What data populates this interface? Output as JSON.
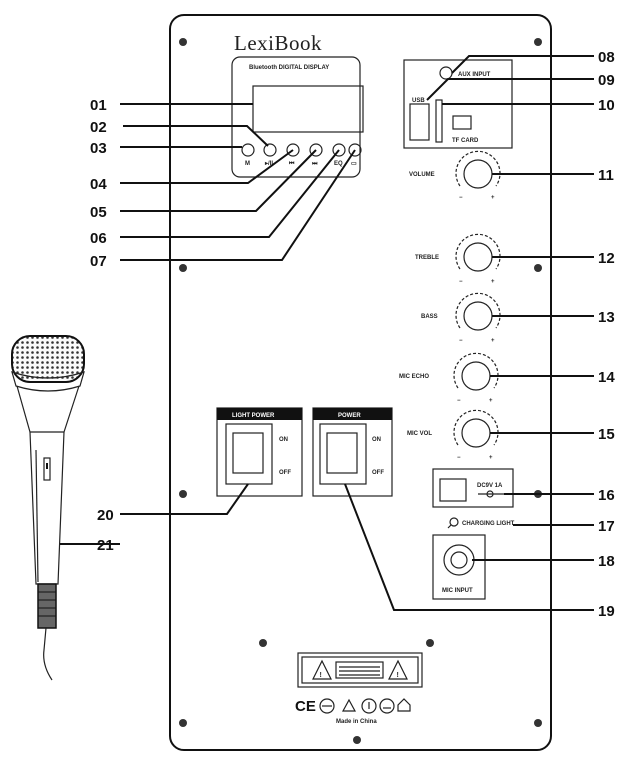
{
  "brand": "LexiBook",
  "display_label": "Bluetooth DIGITAL DISPLAY",
  "buttons": [
    "M",
    "▸/II",
    "⏮",
    "⏭",
    "EQ",
    "▭"
  ],
  "aux_input": "AUX INPUT",
  "usb": "USB",
  "tf_card": "TF CARD",
  "knobs": [
    "VOLUME",
    "TREBLE",
    "BASS",
    "MIC ECHO",
    "MIC VOL"
  ],
  "dc_input": "DC9V 1A",
  "charging_light": "CHARGING LIGHT",
  "mic_input": "MIC INPUT",
  "light_power": "LIGHT POWER",
  "power": "POWER",
  "on": "ON",
  "off": "OFF",
  "made_in": "Made in China",
  "callouts_left": [
    "01",
    "02",
    "03",
    "04",
    "05",
    "06",
    "07",
    "20",
    "21"
  ],
  "callouts_right": [
    "08",
    "09",
    "10",
    "11",
    "12",
    "13",
    "14",
    "15",
    "16",
    "17",
    "18",
    "19"
  ]
}
